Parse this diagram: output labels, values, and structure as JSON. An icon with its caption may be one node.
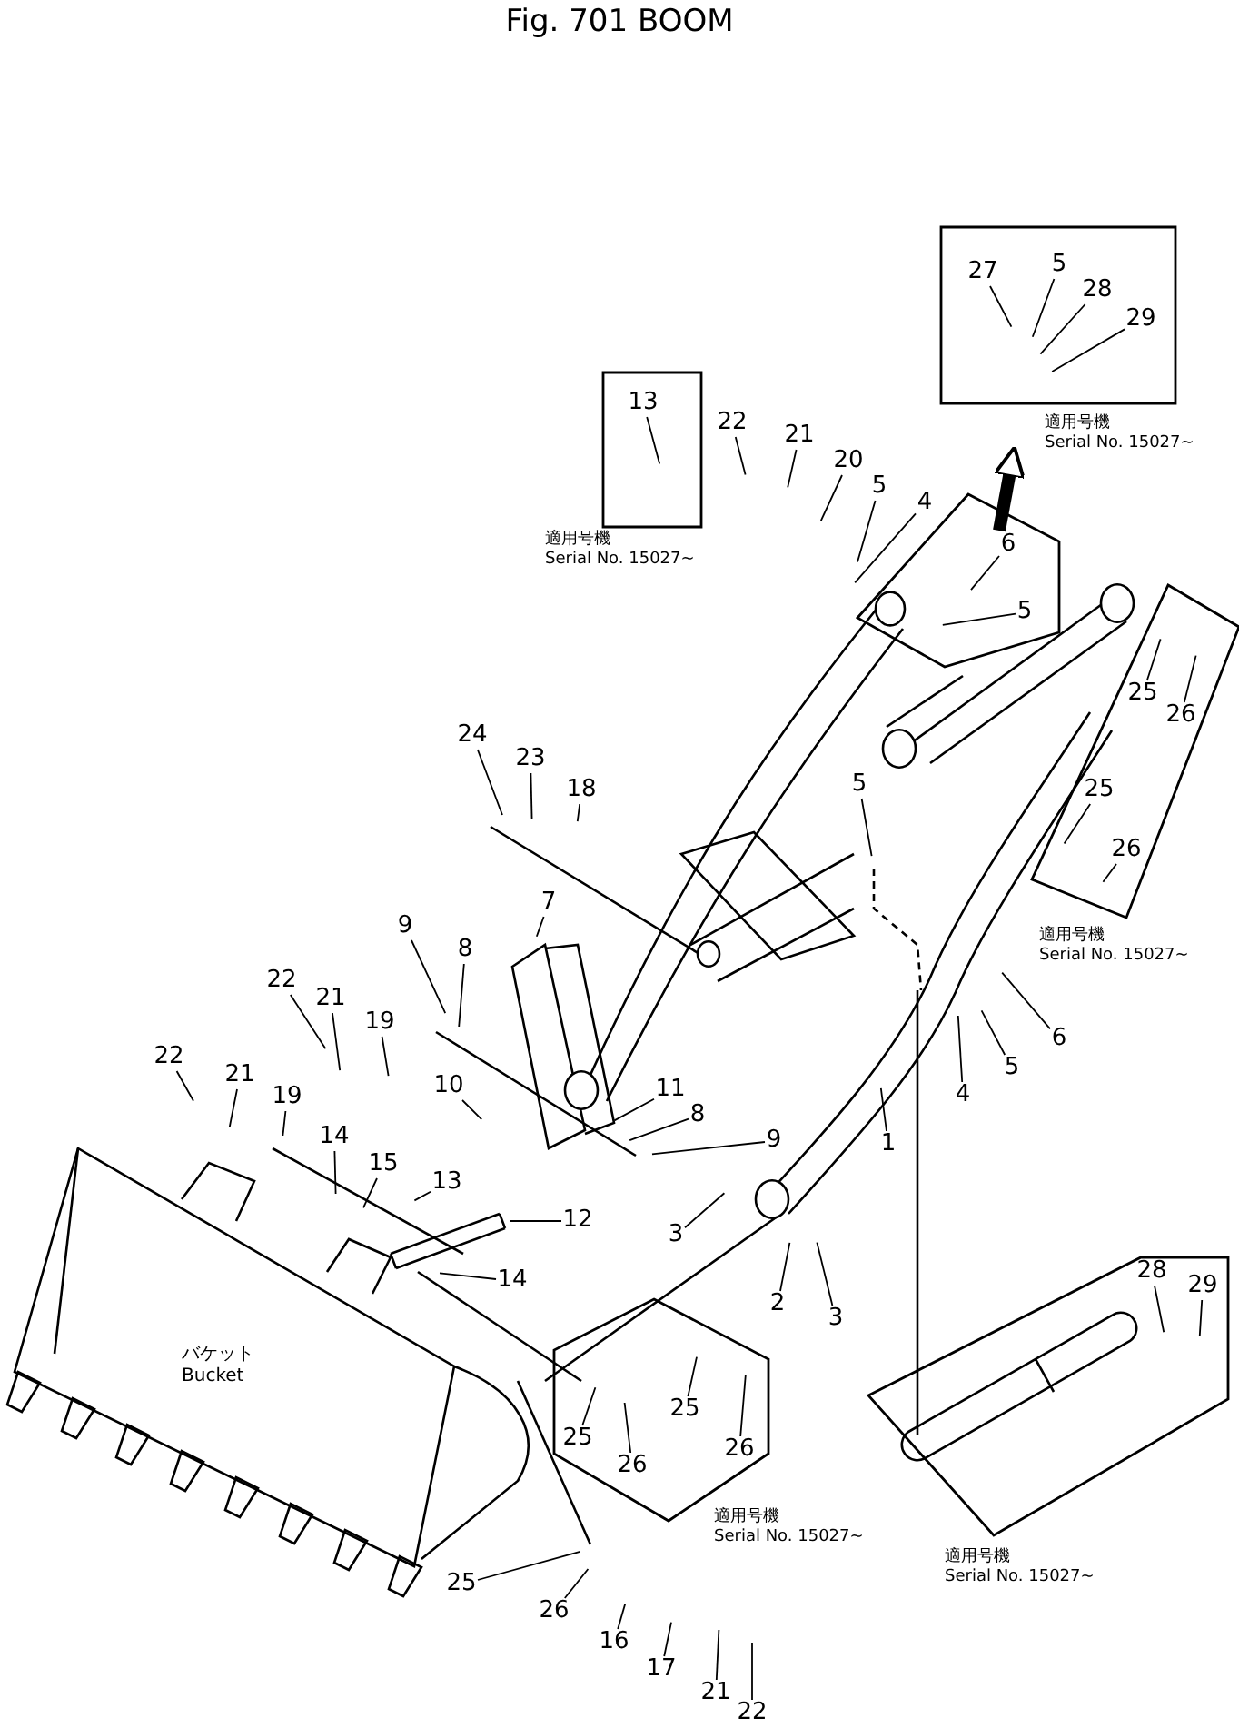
{
  "diagram": {
    "title": "Fig. 701 BOOM",
    "nodes": [
      {
        "text": [
          "適用号機 Serial No. 15027~"
        ]
      },
      {
        "text": [
          "13"
        ],
        "in": 0
      },
      {
        "text": [
          "適用号機 Serial No. 15027~"
        ]
      },
      {
        "text": [
          "27"
        ],
        "in": 2
      },
      {
        "text": [
          "5"
        ],
        "in": 2
      },
      {
        "text": [
          "28"
        ],
        "in": 2
      },
      {
        "text": [
          "29"
        ],
        "in": 2
      },
      {
        "text": [
          "22"
        ]
      },
      {
        "text": [
          "21"
        ]
      },
      {
        "text": [
          "20"
        ]
      },
      {
        "text": [
          "5"
        ]
      },
      {
        "text": [
          "4"
        ]
      },
      {
        "text": [],
        "shape": "box"
      },
      {
        "text": [
          "6"
        ],
        "in": 12
      },
      {
        "text": [
          "5"
        ],
        "in": 12
      },
      {
        "text": [
          "適用号機 Serial No. 15027~"
        ]
      },
      {
        "text": [
          "25"
        ],
        "in": 15
      },
      {
        "text": [
          "26"
        ],
        "in": 15
      },
      {
        "text": [
          "25"
        ],
        "in": 15
      },
      {
        "text": [
          "26"
        ],
        "in": 15
      },
      {
        "text": [
          "24"
        ]
      },
      {
        "text": [
          "23"
        ]
      },
      {
        "text": [
          "18"
        ]
      },
      {
        "text": [
          "5"
        ]
      },
      {
        "text": [
          "7"
        ]
      },
      {
        "text": [
          "9"
        ]
      },
      {
        "text": [
          "8"
        ]
      },
      {
        "text": [
          "22"
        ]
      },
      {
        "text": [
          "21"
        ]
      },
      {
        "text": [
          "19"
        ]
      },
      {
        "text": [
          "22"
        ]
      },
      {
        "text": [
          "21"
        ]
      },
      {
        "text": [
          "19"
        ]
      },
      {
        "text": [
          "10"
        ]
      },
      {
        "text": [
          "11"
        ]
      },
      {
        "text": [
          "8"
        ]
      },
      {
        "text": [
          "9"
        ]
      },
      {
        "text": [
          "6"
        ]
      },
      {
        "text": [
          "14"
        ]
      },
      {
        "text": [
          "15"
        ]
      },
      {
        "text": [
          "13"
        ]
      },
      {
        "text": [
          "1"
        ]
      },
      {
        "text": [
          "12"
        ]
      },
      {
        "text": [
          "5"
        ]
      },
      {
        "text": [
          "4"
        ]
      },
      {
        "text": [
          "14"
        ]
      },
      {
        "text": [
          "3"
        ]
      },
      {
        "text": [
          "2"
        ]
      },
      {
        "text": [
          "3"
        ]
      },
      {
        "text": [
          "適用号機 Serial No. 15027~"
        ]
      },
      {
        "text": [
          "28"
        ],
        "in": 49
      },
      {
        "text": [
          "29"
        ],
        "in": 49
      },
      {
        "text": [
          "適用号機 Serial No. 15027~"
        ]
      },
      {
        "text": [
          "25"
        ],
        "in": 52
      },
      {
        "text": [
          "25"
        ],
        "in": 52
      },
      {
        "text": [
          "26"
        ],
        "in": 52
      },
      {
        "text": [
          "26"
        ],
        "in": 52
      },
      {
        "text": [
          "25"
        ]
      },
      {
        "text": [
          "26"
        ]
      },
      {
        "text": [
          "16"
        ]
      },
      {
        "text": [
          "17"
        ]
      },
      {
        "text": [
          "21"
        ]
      },
      {
        "text": [
          "22"
        ]
      }
    ],
    "edges": [
      {
        "from": 1,
        "to": null,
        "arrow": "none"
      },
      {
        "from": 3,
        "to": null,
        "arrow": "none"
      },
      {
        "from": 4,
        "to": null,
        "arrow": "none"
      },
      {
        "from": 5,
        "to": null,
        "arrow": "none"
      },
      {
        "from": 6,
        "to": null,
        "arrow": "none"
      },
      {
        "from": 7,
        "to": null,
        "arrow": "none"
      },
      {
        "from": 8,
        "to": null,
        "arrow": "none"
      },
      {
        "from": 9,
        "to": null,
        "arrow": "none"
      },
      {
        "from": 10,
        "to": null,
        "arrow": "none"
      },
      {
        "from": 11,
        "to": null,
        "arrow": "none"
      },
      {
        "from": 13,
        "to": null,
        "arrow": "none"
      },
      {
        "from": 14,
        "to": null,
        "arrow": "none"
      },
      {
        "from": 16,
        "to": null,
        "arrow": "none"
      },
      {
        "from": 17,
        "to": null,
        "arrow": "none"
      },
      {
        "from": 18,
        "to": null,
        "arrow": "none"
      },
      {
        "from": 19,
        "to": null,
        "arrow": "none"
      },
      {
        "from": 20,
        "to": null,
        "arrow": "none"
      },
      {
        "from": 21,
        "to": null,
        "arrow": "none"
      },
      {
        "from": 22,
        "to": null,
        "arrow": "none"
      },
      {
        "from": 23,
        "to": null,
        "arrow": "none"
      },
      {
        "from": 24,
        "to": null,
        "arrow": "none"
      },
      {
        "from": 25,
        "to": null,
        "arrow": "none"
      },
      {
        "from": 26,
        "to": null,
        "arrow": "none"
      },
      {
        "from": 27,
        "to": null,
        "arrow": "none"
      },
      {
        "from": 28,
        "to": null,
        "arrow": "none"
      },
      {
        "from": 29,
        "to": null,
        "arrow": "none"
      },
      {
        "from": 30,
        "to": null,
        "arrow": "none"
      },
      {
        "from": 31,
        "to": null,
        "arrow": "none"
      },
      {
        "from": 32,
        "to": null,
        "arrow": "none"
      },
      {
        "from": 33,
        "to": null,
        "arrow": "none"
      },
      {
        "from": 34,
        "to": null,
        "arrow": "none"
      },
      {
        "from": 35,
        "to": null,
        "arrow": "none"
      },
      {
        "from": 36,
        "to": null,
        "arrow": "none"
      },
      {
        "from": 37,
        "to": null,
        "arrow": "none"
      },
      {
        "from": 38,
        "to": null,
        "arrow": "none"
      },
      {
        "from": 39,
        "to": null,
        "arrow": "none"
      },
      {
        "from": 40,
        "to": null,
        "arrow": "none"
      },
      {
        "from": 41,
        "to": null,
        "arrow": "none"
      },
      {
        "from": 42,
        "to": null,
        "arrow": "none"
      },
      {
        "from": 43,
        "to": null,
        "arrow": "none"
      },
      {
        "from": 44,
        "to": null,
        "arrow": "none"
      },
      {
        "from": 45,
        "to": null,
        "arrow": "none"
      },
      {
        "from": 46,
        "to": null,
        "arrow": "none"
      },
      {
        "from": 47,
        "to": null,
        "arrow": "none"
      },
      {
        "from": 48,
        "to": null,
        "arrow": "none"
      },
      {
        "from": 50,
        "to": null,
        "arrow": "none"
      },
      {
        "from": 51,
        "to": null,
        "arrow": "none"
      },
      {
        "from": 53,
        "to": null,
        "arrow": "none"
      },
      {
        "from": 54,
        "to": null,
        "arrow": "none"
      },
      {
        "from": 55,
        "to": null,
        "arrow": "none"
      },
      {
        "from": 56,
        "to": null,
        "arrow": "none"
      },
      {
        "from": 57,
        "to": null,
        "arrow": "none"
      },
      {
        "from": 58,
        "to": null,
        "arrow": "none"
      },
      {
        "from": 59,
        "to": null,
        "arrow": "none"
      },
      {
        "from": 60,
        "to": null,
        "arrow": "none"
      },
      {
        "from": 61,
        "to": null,
        "arrow": "none"
      },
      {
        "from": 62,
        "to": null,
        "arrow": "none"
      },
      {
        "from": 12,
        "to": 2,
        "arrow": "to",
        "style": "thick"
      }
    ],
    "labels": [
      "バケット Bucket"
    ]
  }
}
